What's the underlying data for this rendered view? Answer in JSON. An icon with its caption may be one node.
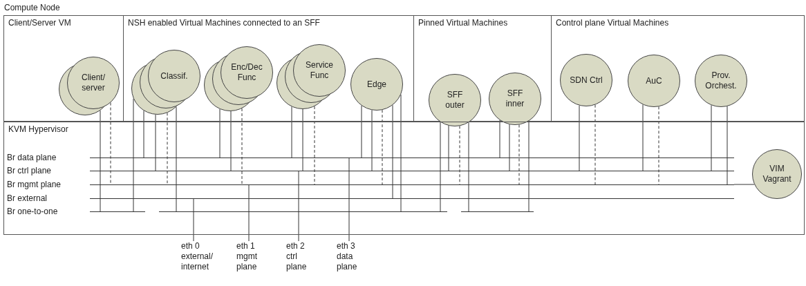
{
  "diagram": {
    "nodes": [
      {
        "text": [
          "Compute Node"
        ]
      },
      {
        "text": [
          "Client/Server VM"
        ],
        "in": 0
      },
      {
        "text": [
          "Client/ server"
        ],
        "in": 1
      },
      {
        "text": [
          "NSH enabled Virtual Machines connected to an SFF"
        ],
        "in": 0
      },
      {
        "text": [
          "Classif."
        ],
        "in": 3
      },
      {
        "text": [
          "Enc/Dec Func"
        ],
        "in": 3
      },
      {
        "text": [
          "Service Func"
        ],
        "in": 3
      },
      {
        "text": [
          "Edge"
        ],
        "in": 3
      },
      {
        "text": [
          "Pinned Virtual Machines"
        ],
        "in": 0
      },
      {
        "text": [
          "SFF outer"
        ],
        "in": 8
      },
      {
        "text": [
          "SFF inner"
        ],
        "in": 8
      },
      {
        "text": [
          "Control plane Virtual Machines"
        ],
        "in": 0
      },
      {
        "text": [
          "SDN Ctrl"
        ],
        "in": 11
      },
      {
        "text": [
          "AuC"
        ],
        "in": 11
      },
      {
        "text": [
          "Prov. Orchest."
        ],
        "in": 11
      },
      {
        "text": [
          "KVM Hypervisor"
        ],
        "in": 0
      },
      {
        "text": [
          "Br data plane"
        ],
        "in": 15
      },
      {
        "text": [
          "Br ctrl plane"
        ],
        "in": 15
      },
      {
        "text": [
          "Br mgmt plane"
        ],
        "in": 15
      },
      {
        "text": [
          "Br external"
        ],
        "in": 15
      },
      {
        "text": [
          "Br one-to-one"
        ],
        "in": 15
      },
      {
        "text": [
          "VIM Vagrant"
        ],
        "in": 15
      },
      {
        "text": [
          "eth 0",
          "external/ internet"
        ]
      },
      {
        "text": [
          "eth 1",
          "mgmt plane"
        ]
      },
      {
        "text": [
          "eth 2",
          "ctrl plane"
        ]
      },
      {
        "text": [
          "eth 3",
          "data plane"
        ]
      }
    ],
    "edges": [
      {
        "from": 2,
        "to": 20,
        "arrow": "none"
      },
      {
        "from": 2,
        "to": 18,
        "arrow": "none",
        "style": "dashed"
      },
      {
        "from": 4,
        "to": 20,
        "arrow": "none"
      },
      {
        "from": 4,
        "to": 16,
        "arrow": "none"
      },
      {
        "from": 4,
        "to": 17,
        "arrow": "none"
      },
      {
        "from": 4,
        "to": 18,
        "arrow": "none",
        "style": "dashed"
      },
      {
        "from": 4,
        "to": 20,
        "arrow": "none"
      },
      {
        "from": 5,
        "to": 16,
        "arrow": "none"
      },
      {
        "from": 5,
        "to": 17,
        "arrow": "none"
      },
      {
        "from": 5,
        "to": 18,
        "arrow": "none",
        "style": "dashed"
      },
      {
        "from": 6,
        "to": 16,
        "arrow": "none"
      },
      {
        "from": 6,
        "to": 17,
        "arrow": "none"
      },
      {
        "from": 6,
        "to": 18,
        "arrow": "none",
        "style": "dashed"
      },
      {
        "from": 7,
        "to": 16,
        "arrow": "none"
      },
      {
        "from": 7,
        "to": 17,
        "arrow": "none"
      },
      {
        "from": 7,
        "to": 18,
        "arrow": "none",
        "style": "dashed"
      },
      {
        "from": 7,
        "to": 19,
        "arrow": "none"
      },
      {
        "from": 7,
        "to": 20,
        "arrow": "none"
      },
      {
        "from": 9,
        "to": 20,
        "arrow": "none"
      },
      {
        "from": 9,
        "to": 17,
        "arrow": "none"
      },
      {
        "from": 9,
        "to": 18,
        "arrow": "none",
        "style": "dashed"
      },
      {
        "from": 9,
        "to": 20,
        "arrow": "none"
      },
      {
        "from": 10,
        "to": 16,
        "arrow": "none"
      },
      {
        "from": 10,
        "to": 17,
        "arrow": "none"
      },
      {
        "from": 10,
        "to": 18,
        "arrow": "none",
        "style": "dashed"
      },
      {
        "from": 10,
        "to": 20,
        "arrow": "none"
      },
      {
        "from": 12,
        "to": 17,
        "arrow": "none"
      },
      {
        "from": 12,
        "to": 18,
        "arrow": "none",
        "style": "dashed"
      },
      {
        "from": 13,
        "to": 17,
        "arrow": "none"
      },
      {
        "from": 13,
        "to": 18,
        "arrow": "none",
        "style": "dashed"
      },
      {
        "from": 14,
        "to": 17,
        "arrow": "none"
      },
      {
        "from": 14,
        "to": 18,
        "arrow": "none"
      },
      {
        "from": 18,
        "to": 21,
        "arrow": "none"
      },
      {
        "from": 19,
        "to": 22,
        "arrow": "none"
      },
      {
        "from": 18,
        "to": 23,
        "arrow": "none"
      },
      {
        "from": 17,
        "to": 24,
        "arrow": "none"
      },
      {
        "from": 16,
        "to": 25,
        "arrow": "none"
      }
    ]
  }
}
